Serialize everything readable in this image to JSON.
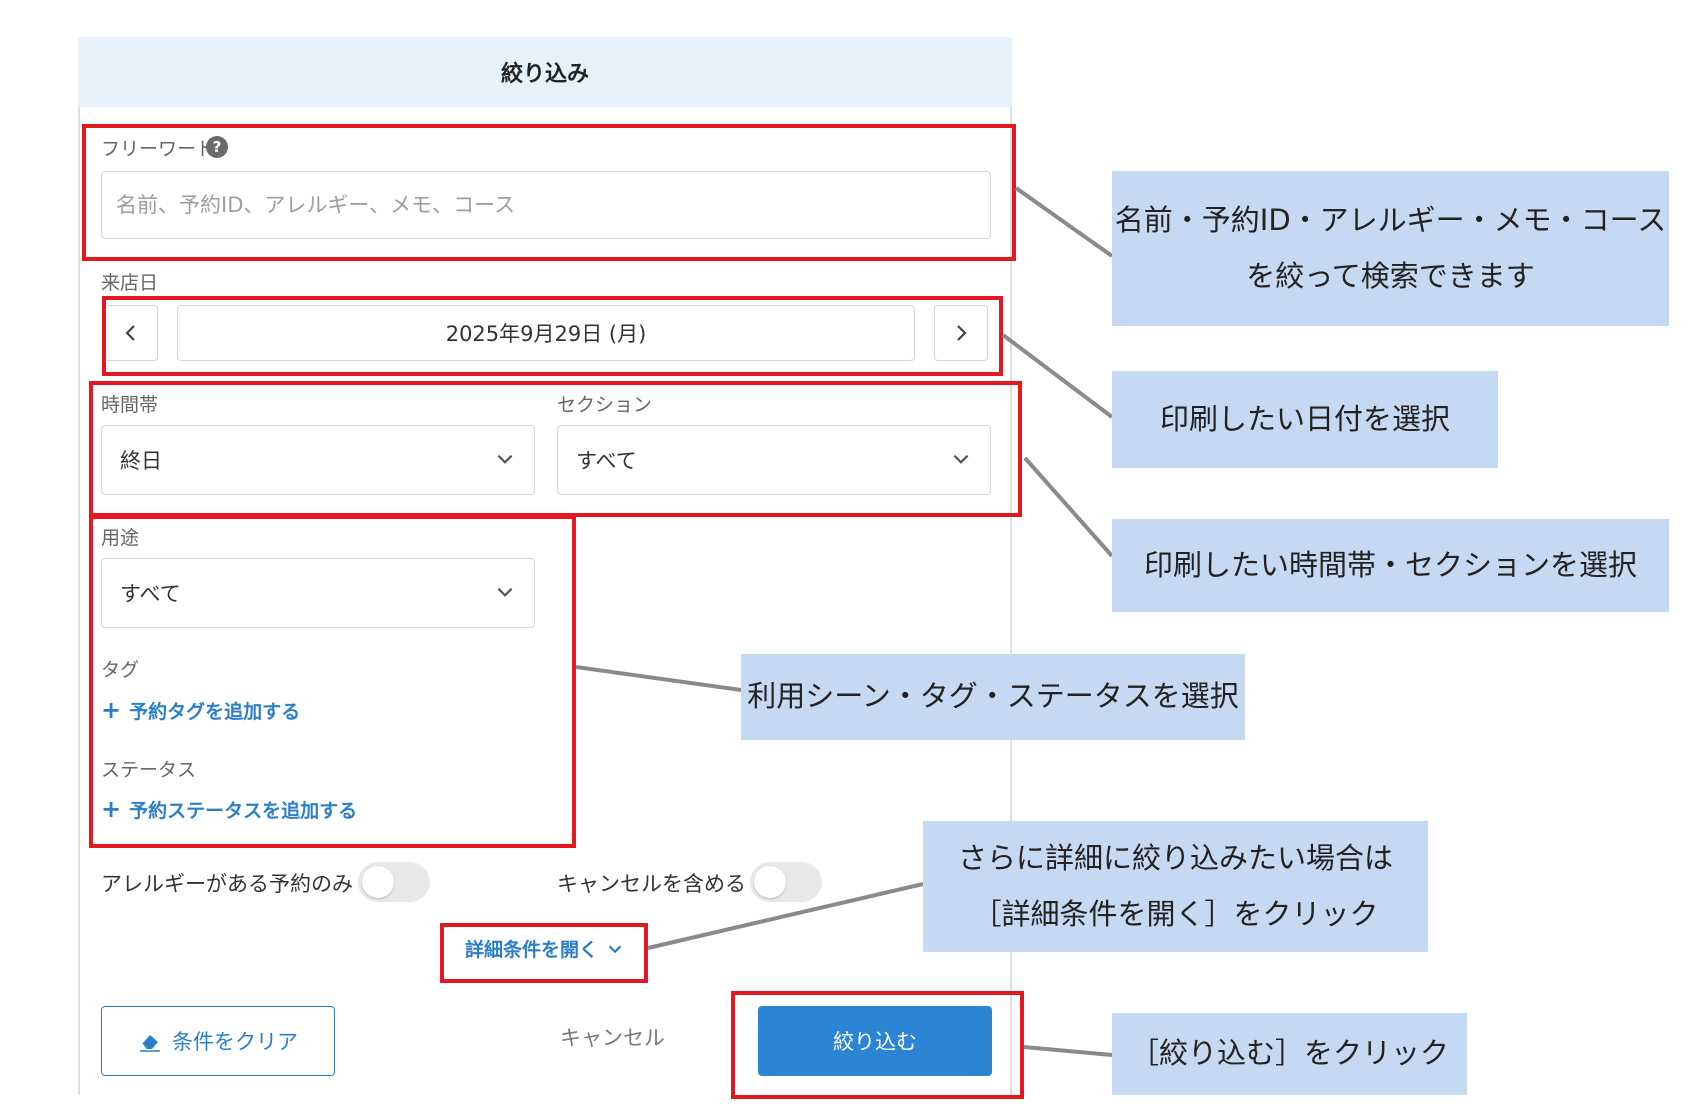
{
  "panel": {
    "title": "絞り込み"
  },
  "freeword": {
    "label": "フリーワード",
    "help_icon": "?",
    "placeholder": "名前、予約ID、アレルギー、メモ、コース"
  },
  "visit_date": {
    "label": "来店日",
    "value": "2025年9月29日 (月)",
    "prev_icon": "‹",
    "next_icon": "›"
  },
  "time_slot": {
    "label": "時間帯",
    "value": "終日"
  },
  "section": {
    "label": "セクション",
    "value": "すべて"
  },
  "purpose": {
    "label": "用途",
    "value": "すべて"
  },
  "tag": {
    "label": "タグ",
    "add_link": "予約タグを追加する"
  },
  "status": {
    "label": "ステータス",
    "add_link": "予約ステータスを追加する"
  },
  "toggles": {
    "allergy_only": "アレルギーがある予約のみ",
    "include_cancel": "キャンセルを含める"
  },
  "detail_link": "詳細条件を開く",
  "buttons": {
    "clear": "条件をクリア",
    "cancel": "キャンセル",
    "submit": "絞り込む"
  },
  "callouts": {
    "freeword_line1": "名前・予約ID・アレルギー・メモ・コース",
    "freeword_line2": "を絞って検索できます",
    "date": "印刷したい日付を選択",
    "time_section": "印刷したい時間帯・セクションを選択",
    "usage_tag_status": "利用シーン・タグ・ステータスを選択",
    "detail_line1": "さらに詳細に絞り込みたい場合は",
    "detail_line2": "［詳細条件を開く］をクリック",
    "submit": "［絞り込む］をクリック"
  },
  "colors": {
    "highlight": "#e3191f",
    "callout_bg": "#c6d9f3",
    "accent": "#2b84d4",
    "header_bg": "#e6f1fa"
  }
}
